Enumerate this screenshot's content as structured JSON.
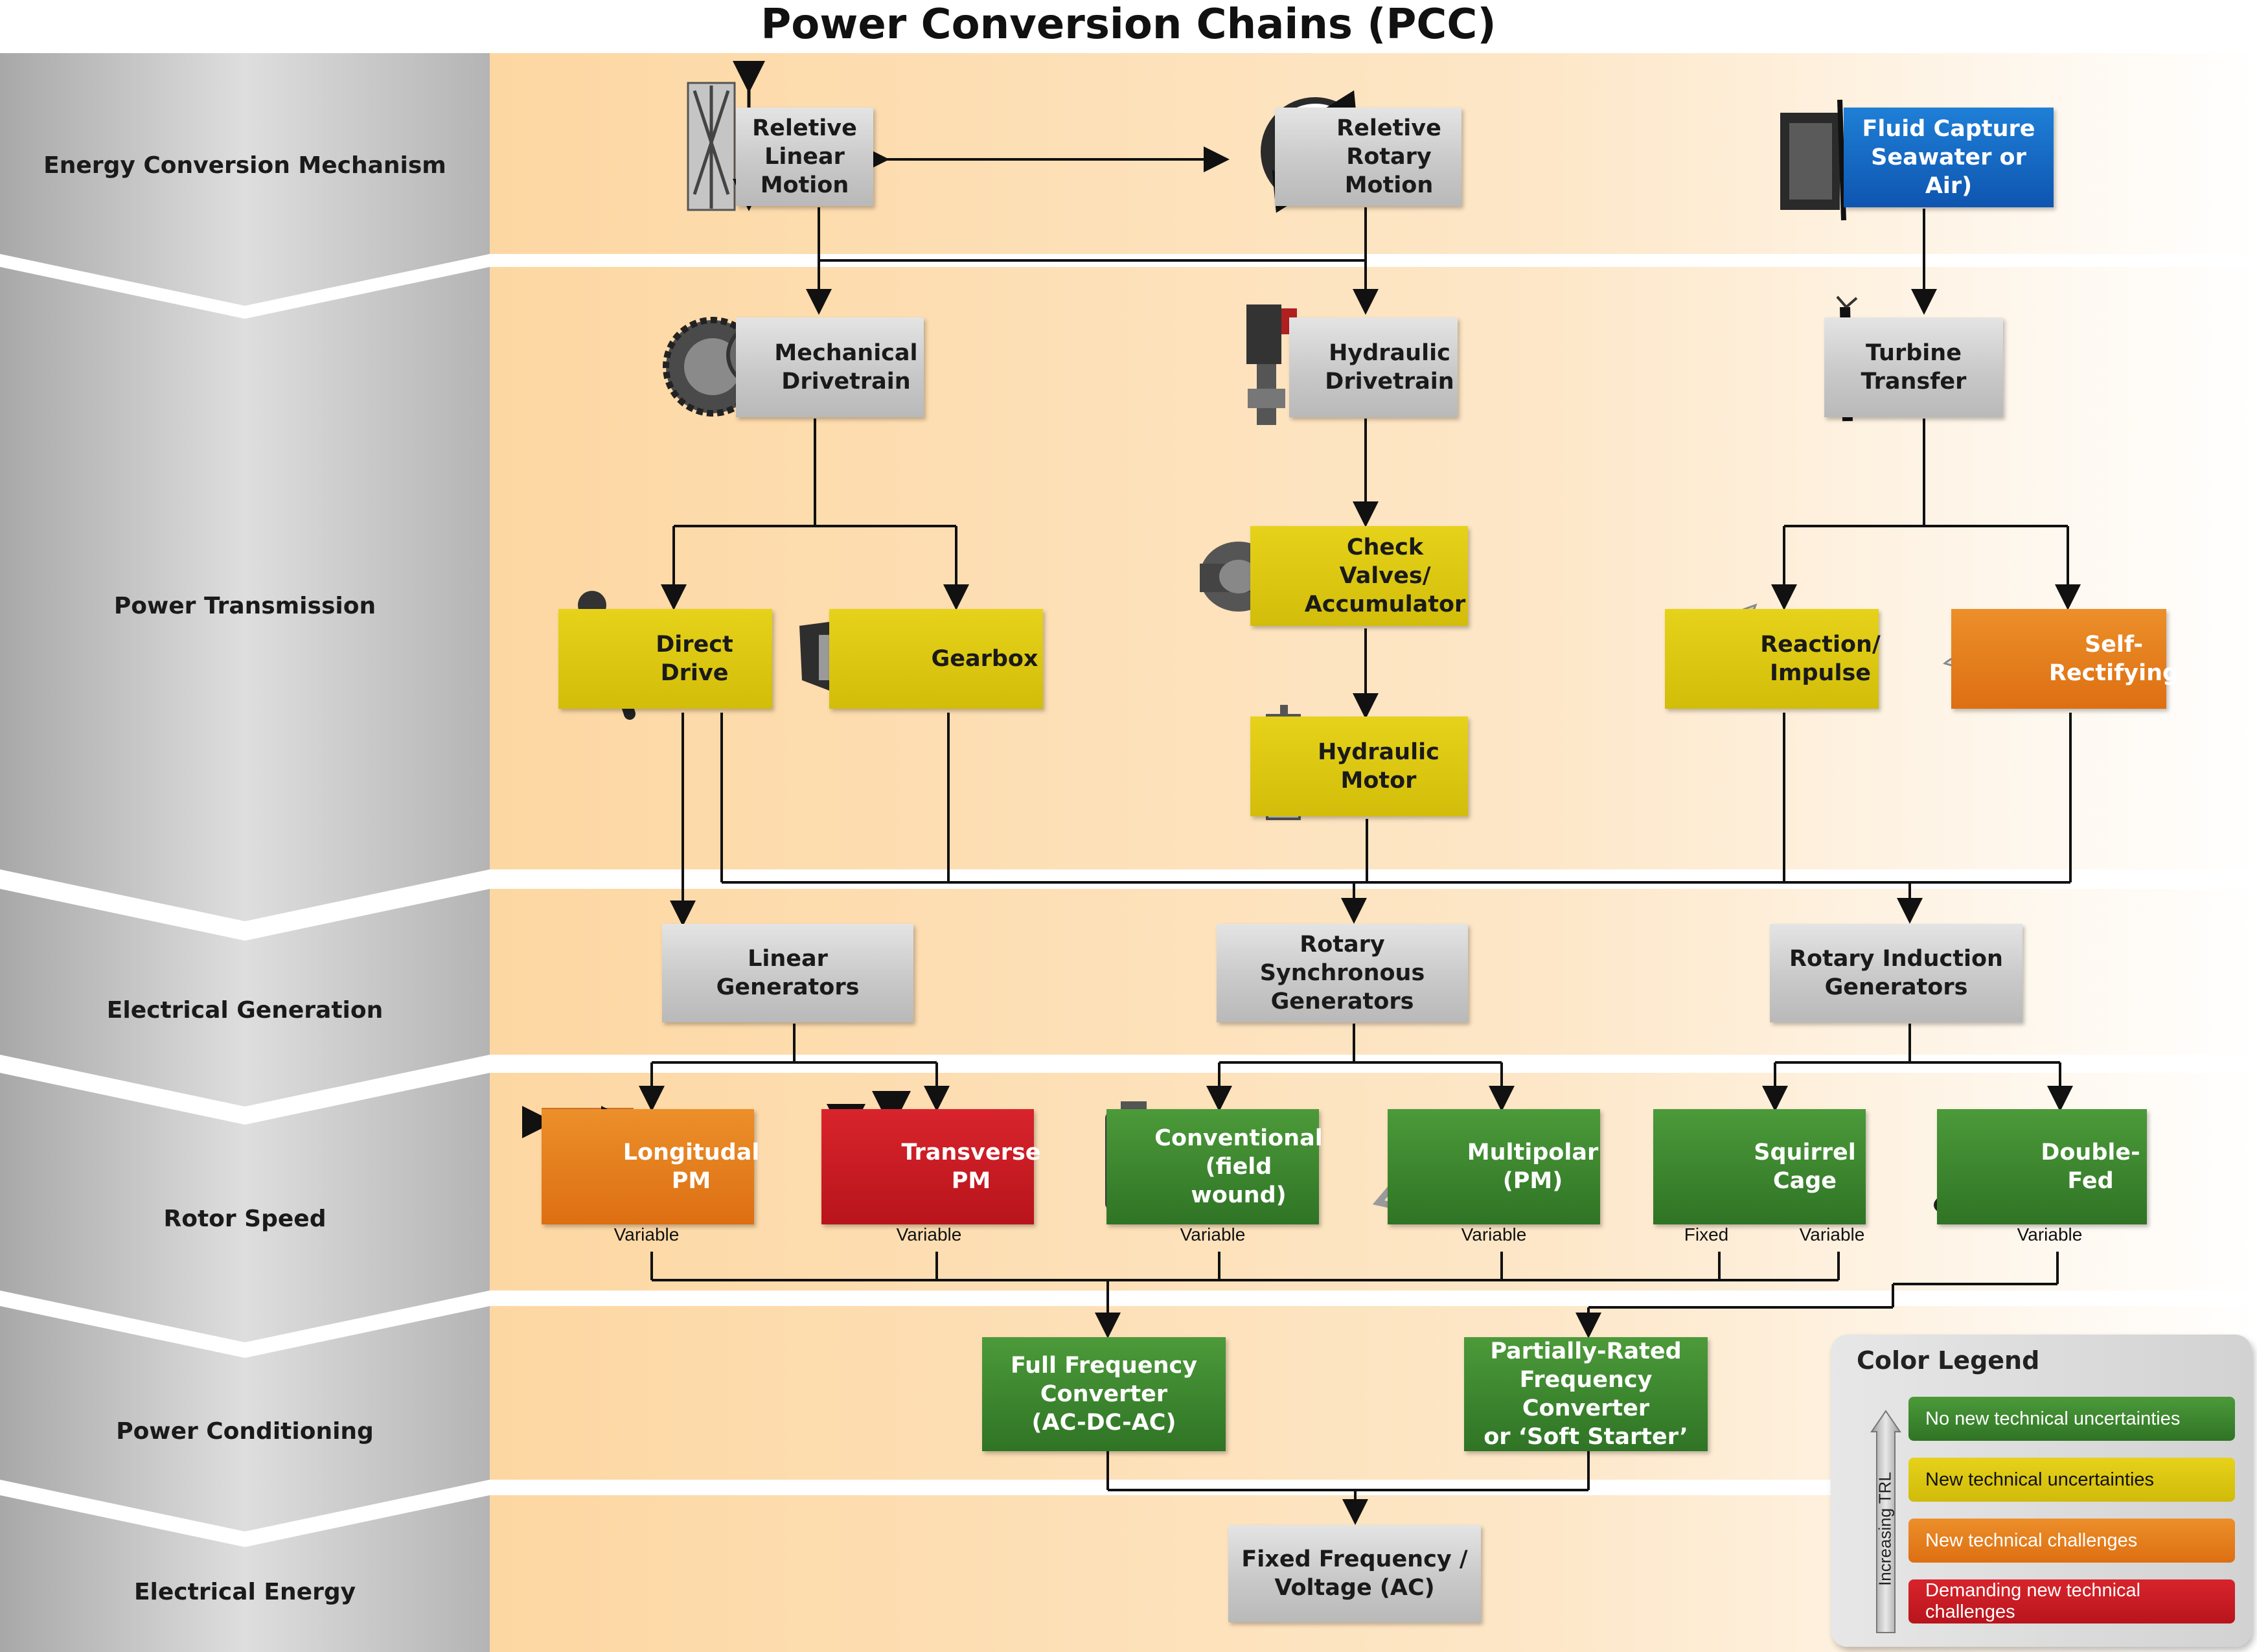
{
  "title": "Power Conversion Chains (PCC)",
  "stages": [
    {
      "id": "ecm",
      "label": "Energy Conversion Mechanism"
    },
    {
      "id": "pt",
      "label": "Power Transmission"
    },
    {
      "id": "eg",
      "label": "Electrical Generation"
    },
    {
      "id": "rs",
      "label": "Rotor Speed"
    },
    {
      "id": "pc",
      "label": "Power Conditioning"
    },
    {
      "id": "ee",
      "label": "Electrical Energy"
    }
  ],
  "nodes": {
    "relative_linear_motion": "Reletive\nLinear\nMotion",
    "relative_rotary_motion": "Reletive\nRotary\nMotion",
    "fluid_capture": "Fluid Capture\nSeawater or Air)",
    "mechanical_drivetrain": "Mechanical\nDrivetrain",
    "hydraulic_drivetrain": "Hydraulic\nDrivetrain",
    "turbine_transfer": "Turbine\nTransfer",
    "direct_drive": "Direct\nDrive",
    "gearbox": "Gearbox",
    "check_valves": "Check Valves/\nAccumulator",
    "hydraulic_motor": "Hydraulic\nMotor",
    "reaction_impulse": "Reaction/\nImpulse",
    "self_rectifying": "Self-\nRectifying",
    "linear_generators": "Linear\nGenerators",
    "rotary_synchronous": "Rotary Synchronous\nGenerators",
    "rotary_induction": "Rotary Induction\nGenerators",
    "longitudinal_pm": "Longitudal\nPM",
    "transverse_pm": "Transverse\nPM",
    "conventional": "Conventional\n(field wound)",
    "multipolar": "Multipolar\n(PM)",
    "squirrel_cage": "Squirrel\nCage",
    "double_fed": "Double-\nFed",
    "full_frequency_converter": "Full Frequency\nConverter\n(AC-DC-AC)",
    "partially_rated_converter": "Partially-Rated\nFrequency Converter\nor ‘Soft Starter’",
    "fixed_frequency_voltage": "Fixed Frequency /\nVoltage (AC)"
  },
  "rotor_speed_labels": {
    "longitudinal": "Variable",
    "transverse": "Variable",
    "conventional": "Variable",
    "multipolar": "Variable",
    "squirrel_fixed": "Fixed",
    "squirrel_variable": "Variable",
    "double_fed": "Variable"
  },
  "legend": {
    "title": "Color Legend",
    "axis_label": "Increasing TRL",
    "items": [
      {
        "label": "No new technical uncertainties",
        "color": "#3f8a30"
      },
      {
        "label": "New technical uncertainties",
        "color": "#d6c20c"
      },
      {
        "label": "New technical challenges",
        "color": "#e27a1b"
      },
      {
        "label": "Demanding new technical challenges",
        "color": "#c81c24"
      }
    ]
  },
  "colors": {
    "gray_node": "#c9c9c9",
    "yellow_node": "#d6c20c",
    "orange_node": "#e27a1b",
    "red_node": "#c81c24",
    "green_node": "#3f8a30",
    "blue_node": "#1466c4",
    "band_start": "#fdd9a6",
    "band_end": "#ffffff",
    "chevron": "#bdbdbd"
  }
}
